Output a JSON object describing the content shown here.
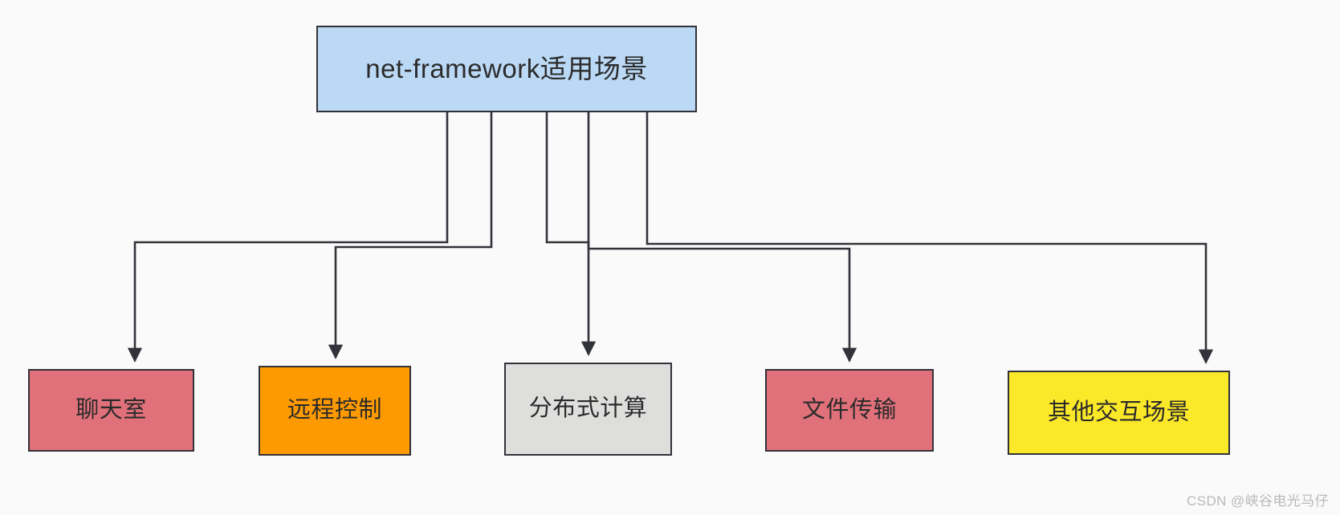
{
  "diagram": {
    "type": "flowchart",
    "title": "net-framework适用场景",
    "background_color": "#fafafa",
    "edge_color": "#32323a",
    "root": {
      "id": "root",
      "label": "net-framework适用场景",
      "fill": "#bbd9f5",
      "stroke": "#32323a"
    },
    "children": [
      {
        "id": "chat",
        "label": "聊天室",
        "fill": "#e0707a",
        "stroke": "#32323a"
      },
      {
        "id": "remote",
        "label": "远程控制",
        "fill": "#fd9a01",
        "stroke": "#32323a"
      },
      {
        "id": "distributed",
        "label": "分布式计算",
        "fill": "#dededd",
        "stroke": "#32323a"
      },
      {
        "id": "filetransfer",
        "label": "文件传输",
        "fill": "#e0707a",
        "stroke": "#32323a"
      },
      {
        "id": "other",
        "label": "其他交互场景",
        "fill": "#fbe829",
        "stroke": "#32323a"
      }
    ],
    "edges": [
      {
        "from": "root",
        "to": "chat"
      },
      {
        "from": "root",
        "to": "remote"
      },
      {
        "from": "root",
        "to": "distributed"
      },
      {
        "from": "root",
        "to": "filetransfer"
      },
      {
        "from": "root",
        "to": "other"
      }
    ]
  },
  "watermark": {
    "text": "CSDN @峡谷电光马仔"
  }
}
